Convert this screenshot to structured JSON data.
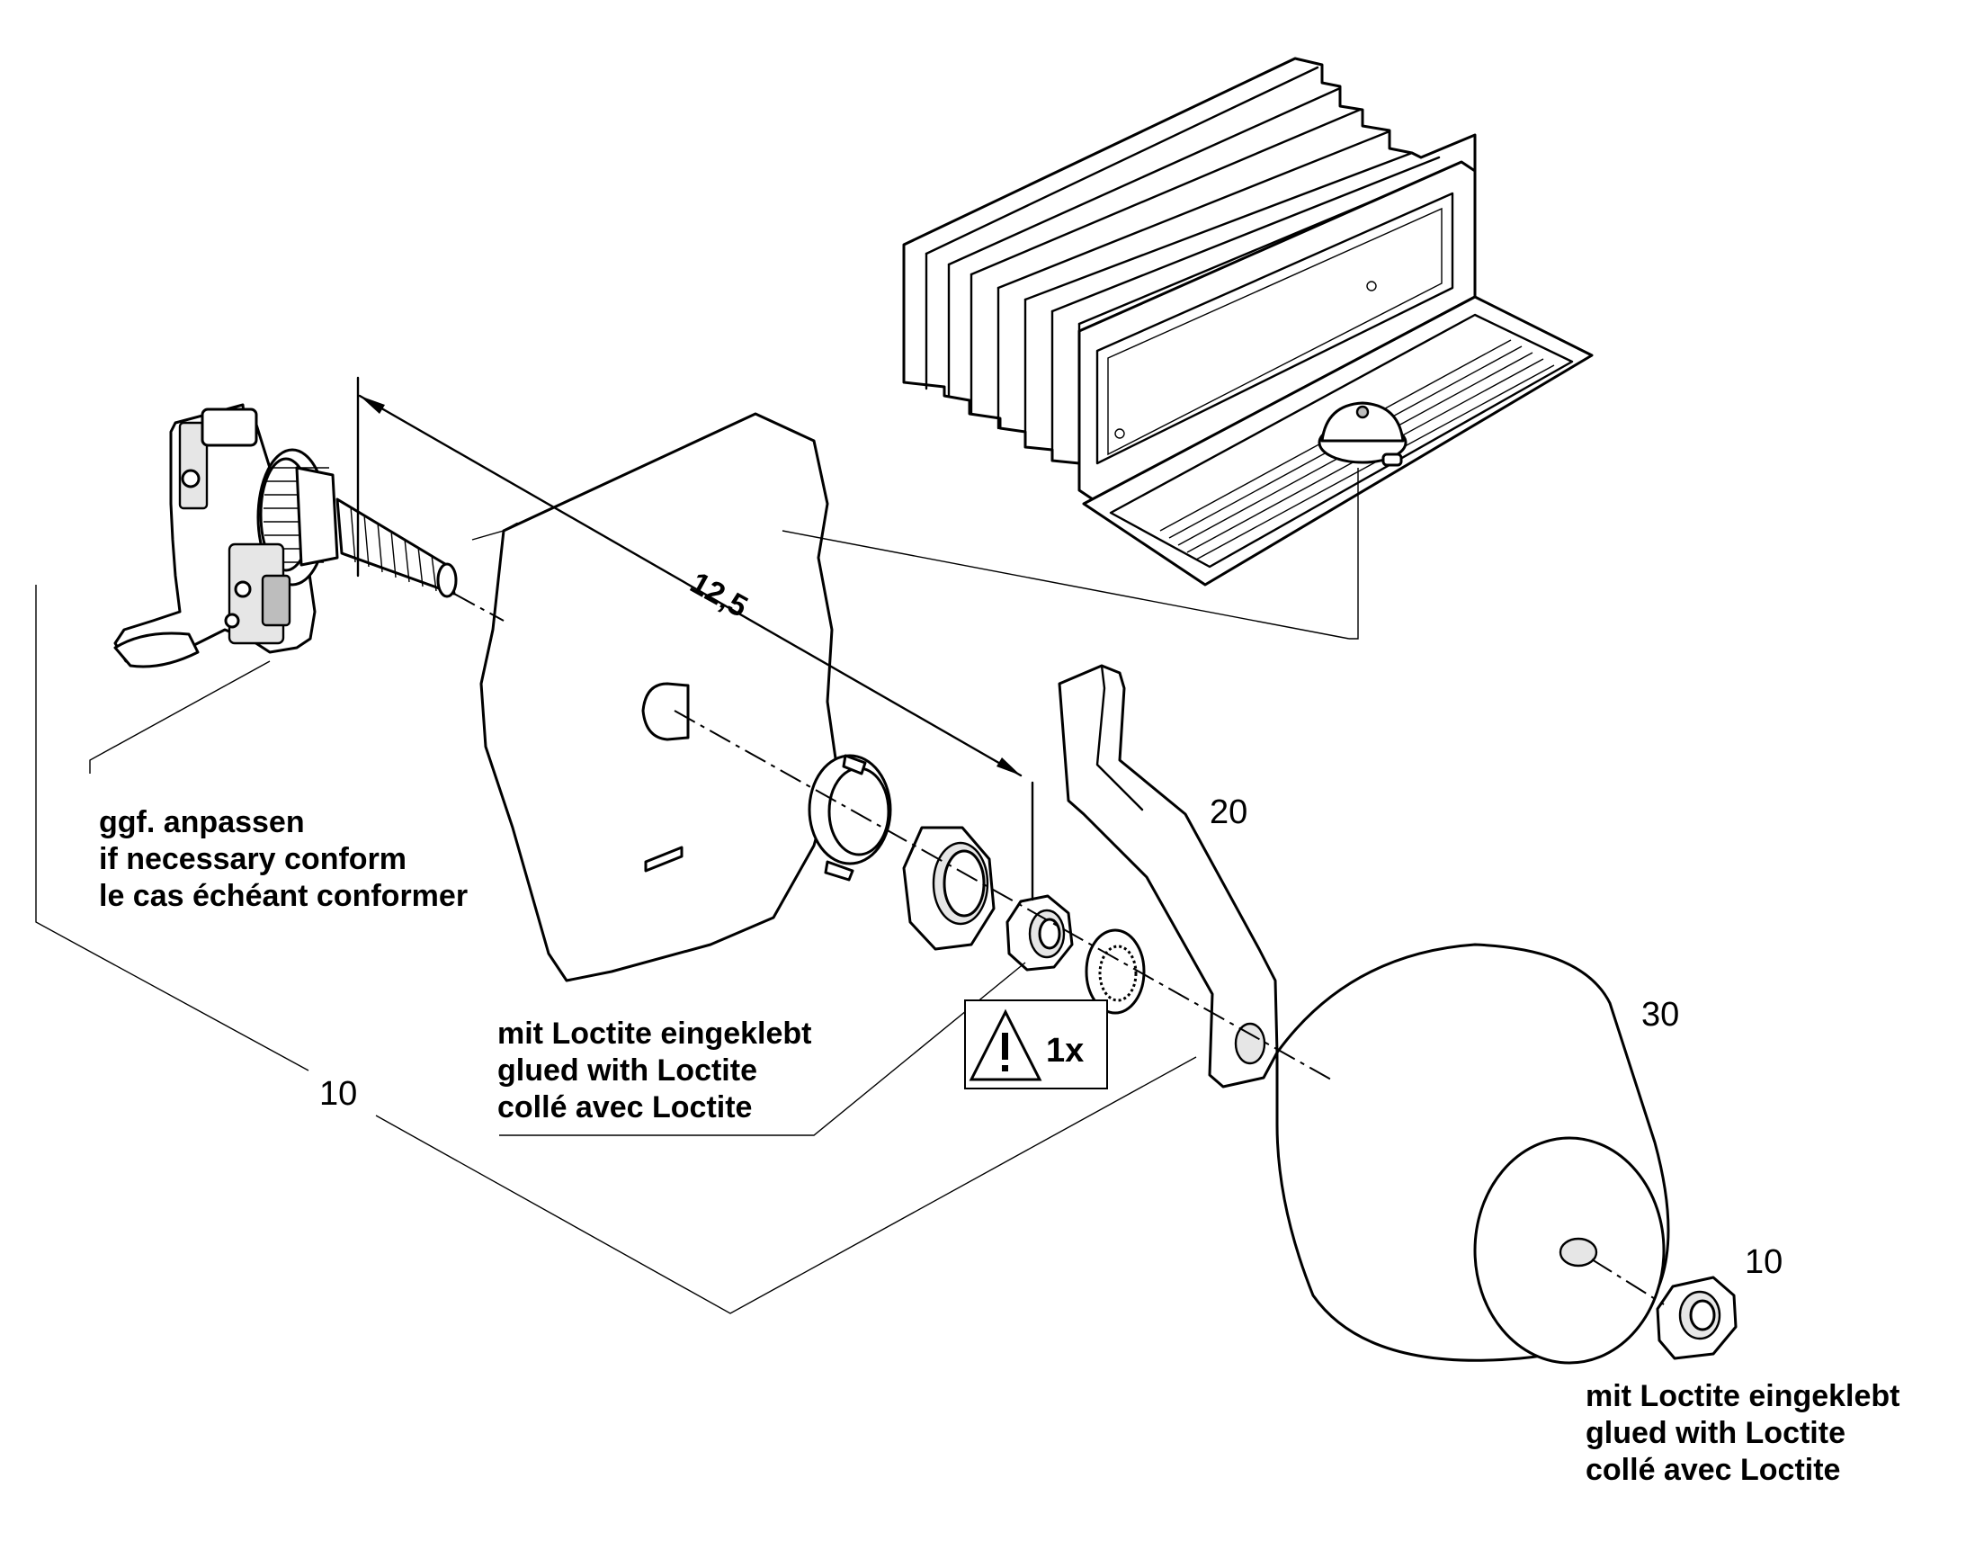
{
  "labels": {
    "dimension": "12,5",
    "pos_20": "20",
    "pos_30": "30",
    "pos_10_nut": "10",
    "pos_10_main": "10",
    "warning_qty": "1x"
  },
  "notes": {
    "adjust": [
      "ggf. anpassen",
      "if necessary conform",
      "le cas échéant conformer"
    ],
    "loctite_1": [
      "mit Loctite eingeklebt",
      "glued with Loctite",
      "collé avec Loctite"
    ],
    "loctite_2": [
      "mit Loctite eingeklebt",
      "glued with Loctite",
      "collé avec Loctite"
    ]
  }
}
